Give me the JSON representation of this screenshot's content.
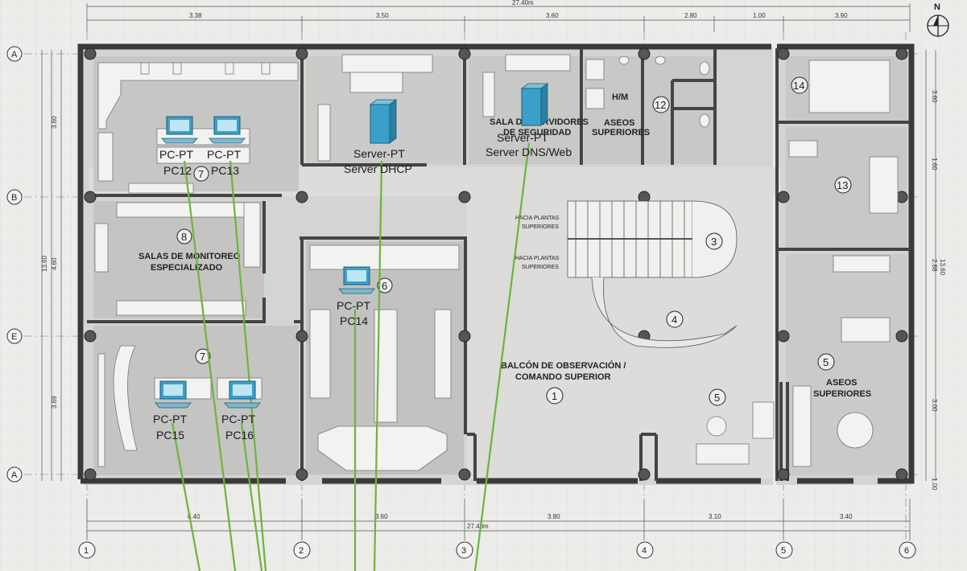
{
  "compass": {
    "label": "N"
  },
  "dimensions": {
    "total_top": "27.40m",
    "top_segments": [
      "3.38",
      "3.50",
      "3.60",
      "2.80",
      "1.00",
      "3.90"
    ],
    "bottom_segments": [
      "6.40",
      "3.60",
      "3.80",
      "3.10",
      "3.40"
    ],
    "total_bottom": "27.40m",
    "left_segments": [
      "3.60",
      "4.60",
      "3.69",
      "13.60"
    ],
    "right_segments": [
      "3.60",
      "1.60",
      "2.88",
      "3.00",
      "1.00",
      "13.60"
    ]
  },
  "grid": {
    "rows": [
      "A",
      "B",
      "E",
      "A"
    ],
    "columns": [
      "1",
      "2",
      "3",
      "4",
      "5",
      "6"
    ]
  },
  "rooms": {
    "monitoreo": "SALAS DE MONITOREO",
    "especializado": "ESPECIALIZADO",
    "servidores_1": "SALA DE SERVIDORES",
    "servidores_2": "DE SEGURIDAD",
    "hm": "H/M",
    "aseos_sup_1": "ASEOS",
    "aseos_sup_2": "SUPERIORES",
    "hacia_1a": "HACIA PLANTAS",
    "hacia_1b": "SUPERIORES",
    "hacia_2a": "HACIA PLANTAS",
    "hacia_2b": "SUPERIORES",
    "balcon_1": "BALCÓN DE OBSERVACIÓN /",
    "balcon_2": "COMANDO SUPERIOR",
    "aseos_right_1": "ASEOS",
    "aseos_right_2": "SUPERIORES"
  },
  "room_numbers": {
    "n7a": "7",
    "n7b": "7",
    "n8": "8",
    "n6": "6",
    "n3": "3",
    "n4": "4",
    "n1": "1",
    "n5a": "5",
    "n5b": "5",
    "n12": "12",
    "n13": "13",
    "n14": "14"
  },
  "devices": {
    "pc12": {
      "type": "PC-PT",
      "name": "PC12"
    },
    "pc13": {
      "type": "PC-PT",
      "name": "PC13"
    },
    "pc14": {
      "type": "PC-PT",
      "name": "PC14"
    },
    "pc15": {
      "type": "PC-PT",
      "name": "PC15"
    },
    "pc16": {
      "type": "PC-PT",
      "name": "PC16"
    },
    "server_dhcp": {
      "type": "Server-PT",
      "name": "Server DHCP"
    },
    "server_dns": {
      "type": "Server-PT",
      "name": "Server DNS/Web"
    }
  },
  "colors": {
    "link": "#6db33f",
    "wall": "#3a3a3a",
    "floor": "#c9c9c7",
    "paper": "#ececea",
    "device": "#3aa0c9"
  }
}
